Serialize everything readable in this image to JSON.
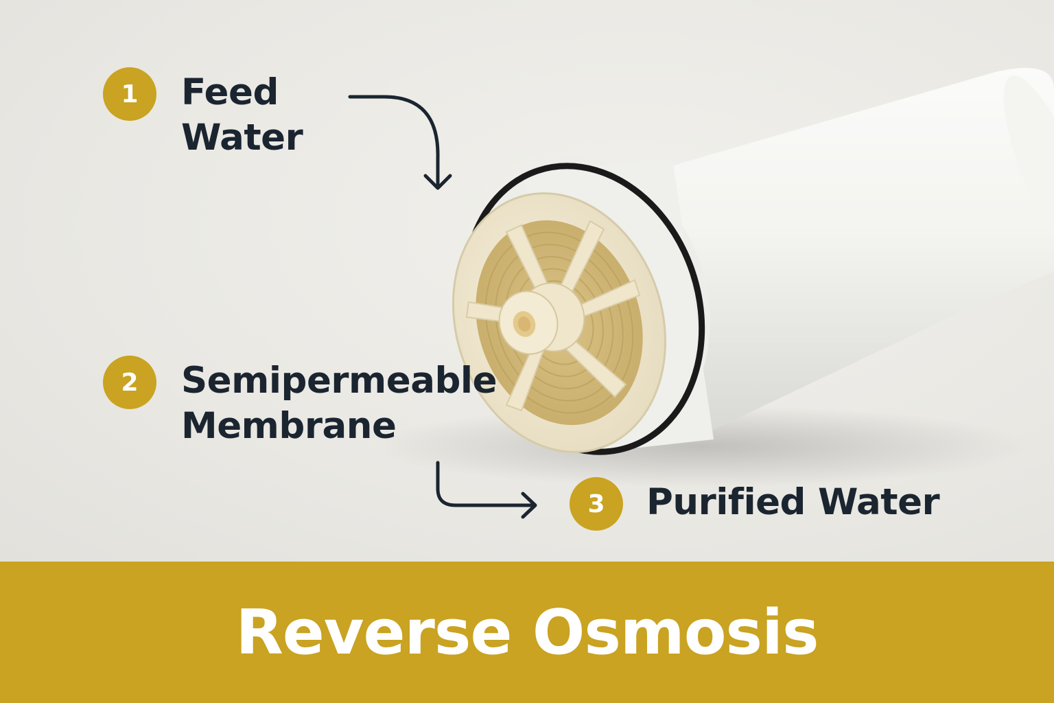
{
  "colors": {
    "accent": "#c9a321",
    "text": "#1b2530",
    "background": "#ebeae6",
    "banner": "#c9a321",
    "banner_text": "#ffffff"
  },
  "steps": [
    {
      "number": "1",
      "label": "Feed\nWater"
    },
    {
      "number": "2",
      "label": "Semipermeable\nMembrane"
    },
    {
      "number": "3",
      "label": "Purified Water"
    }
  ],
  "banner": {
    "title": "Reverse Osmosis"
  },
  "icons": {
    "arrow_1": "curved-arrow-down-icon",
    "arrow_2": "bent-arrow-right-icon"
  }
}
